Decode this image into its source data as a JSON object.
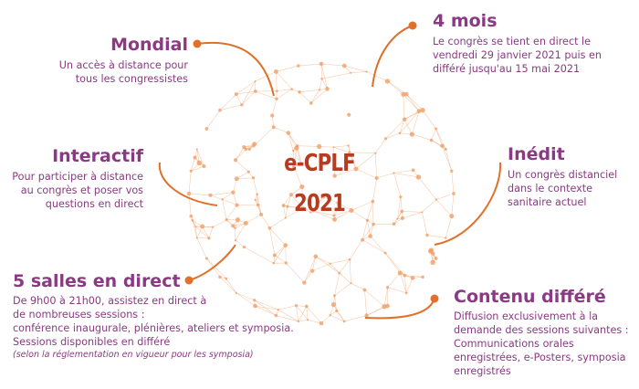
{
  "colors": {
    "text": "#8a3a82",
    "accent": "#e0702a",
    "center": "#b83a1f",
    "network": "#efa06a"
  },
  "center": {
    "line1": "e-CPLF",
    "line2": "2021"
  },
  "features": {
    "mondial": {
      "title": "Mondial",
      "desc": [
        "Un accès à distance pour",
        "tous les congressistes"
      ]
    },
    "mois": {
      "title": "4 mois",
      "desc": [
        "Le congrès se tient en direct le",
        "vendredi 29 janvier 2021 puis en",
        "différé jusqu'au 15 mai 2021"
      ]
    },
    "interactif": {
      "title": "Interactif",
      "desc": [
        "Pour participer à distance",
        "au congrès et poser vos",
        "questions en direct"
      ]
    },
    "inedit": {
      "title": "Inédit",
      "desc": [
        "Un congrès distanciel",
        "dans le contexte",
        "sanitaire actuel"
      ]
    },
    "salles": {
      "title": "5 salles en direct",
      "desc": [
        "De 9h00 à 21h00, assistez en direct à",
        "de nombreuses sessions :",
        "conférence inaugurale, plénières, ateliers et symposia.",
        "Sessions disponibles en différé"
      ],
      "note": "(selon la réglementation en vigueur pour les symposia)"
    },
    "differe": {
      "title": "Contenu différé",
      "desc": [
        "Diffusion exclusivement à la",
        "demande des sessions suivantes :",
        "Communications orales",
        "enregistrées, e-Posters, symposia",
        "enregistrés"
      ]
    }
  }
}
